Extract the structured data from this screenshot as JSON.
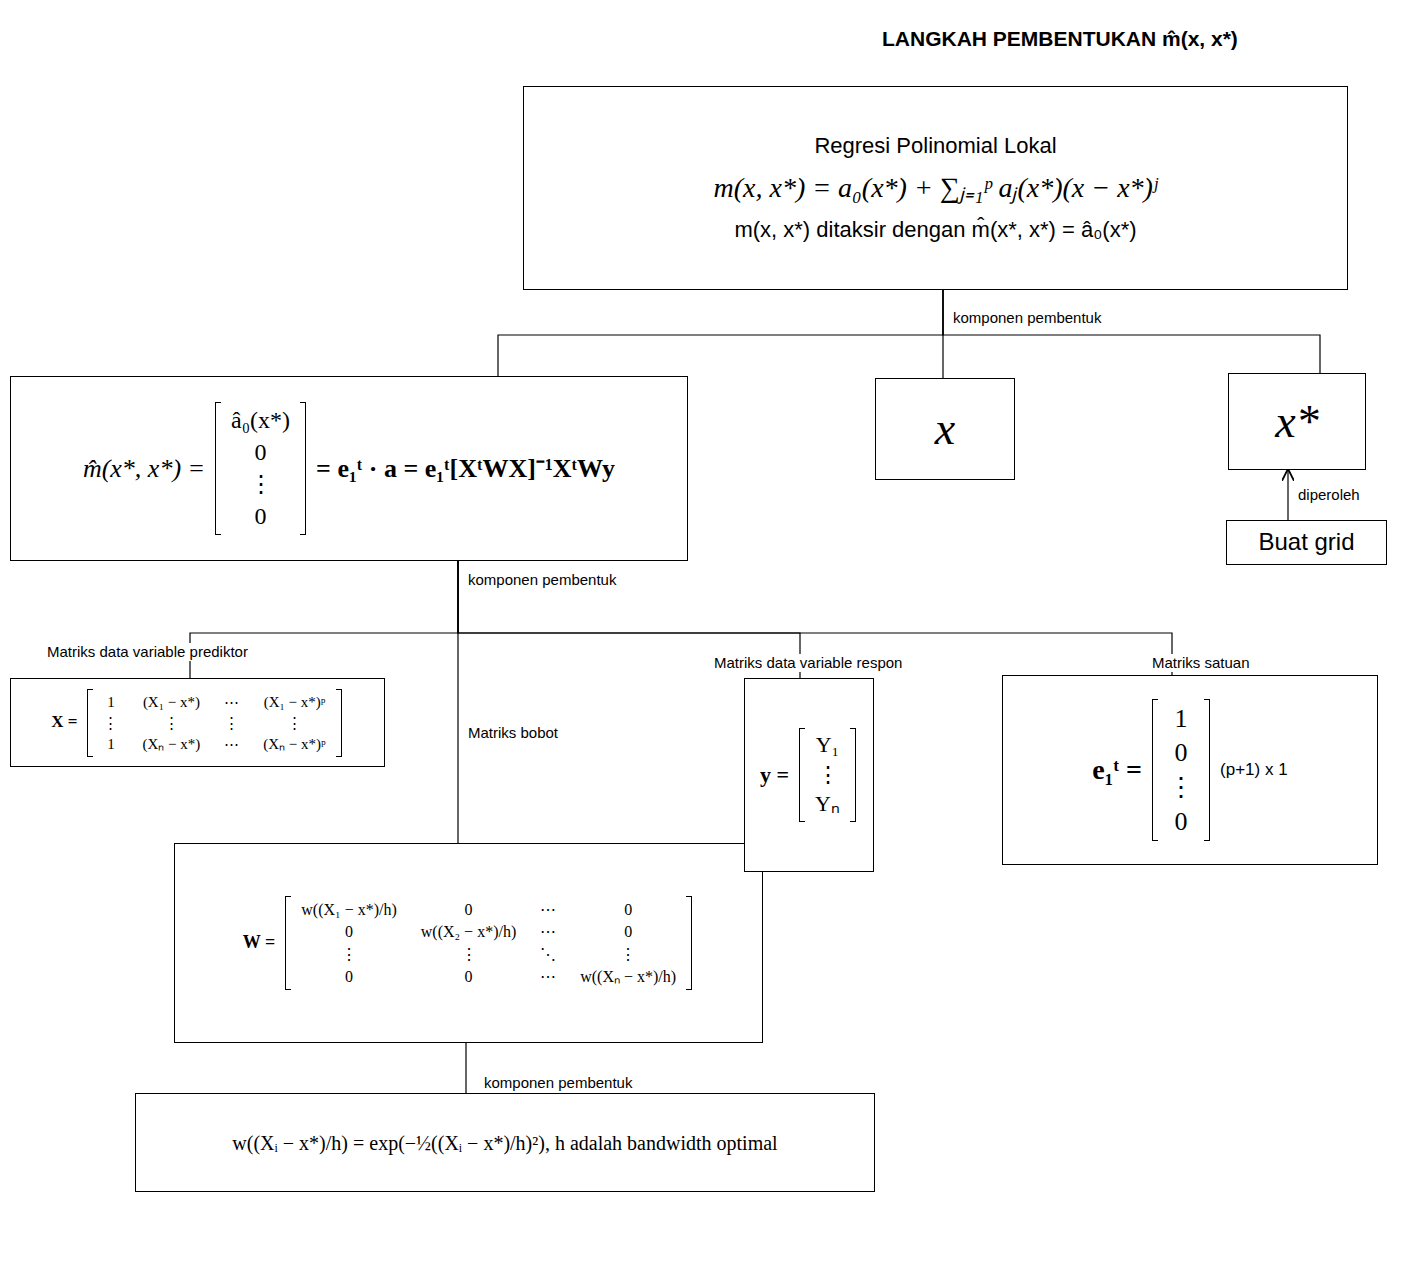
{
  "diagram": {
    "title": "LANGKAH PEMBENTUKAN m̂(x, x*)",
    "nodes": [
      {
        "text": [
          "Regresi Polinomial Lokal",
          "m(x, x*) = a₀(x*) + ∑ⱼ₌₁ᵖ aⱼ(x*)(x − x*)ʲ",
          "m(x, x*) ditaksir dengan m̂(x*, x*) = â₀(x*)"
        ]
      },
      {
        "text": [
          "m̂(x*, x*) =",
          "â₀(x*)",
          "0",
          "⋮",
          "0",
          "= e₁ᵗ · a = e₁ᵗ[XᵗWX]⁻¹XᵗWy"
        ]
      },
      {
        "text": [
          "x"
        ]
      },
      {
        "text": [
          "x*"
        ]
      },
      {
        "text": [
          "Buat grid"
        ]
      },
      {
        "text": [
          "X =",
          "1",
          "(X₁ − x*)",
          "⋯",
          "(X₁ − x*)ᵖ",
          "⋮",
          "⋮",
          "⋮",
          "⋮",
          "1",
          "(Xₙ − x*)",
          "⋯",
          "(Xₙ − x*)ᵖ"
        ]
      },
      {
        "text": [
          "W =",
          "w((X₁ − x*)/h)",
          "0",
          "⋯",
          "0",
          "0",
          "w((X₂ − x*)/h)",
          "⋯",
          "0",
          "⋮",
          "⋮",
          "⋱",
          "⋮",
          "0",
          "0",
          "⋯",
          "w((Xₙ − x*)/h)"
        ]
      },
      {
        "text": [
          "y =",
          "Y₁",
          "⋮",
          "Yₙ"
        ]
      },
      {
        "text": [
          "e₁ᵗ =",
          "1",
          "0",
          "⋮",
          "0",
          "(p+1) x 1"
        ]
      },
      {
        "text": [
          "w((Xᵢ − x*)/h) = exp(−½((Xᵢ − x*)/h)²), h adalah bandwidth optimal"
        ]
      }
    ],
    "edges": [
      {
        "from": 0,
        "to": 1,
        "arrow": "none"
      },
      {
        "from": 0,
        "to": 2,
        "arrow": "none"
      },
      {
        "from": 0,
        "to": 3,
        "arrow": "none"
      },
      {
        "from": 4,
        "to": 3,
        "label": "diperoleh",
        "arrow": "to"
      },
      {
        "from": 1,
        "to": 5,
        "label": "Matriks data variable prediktor",
        "arrow": "none"
      },
      {
        "from": 1,
        "to": 6,
        "label": "Matriks bobot",
        "arrow": "none"
      },
      {
        "from": 1,
        "to": 7,
        "label": "Matriks data variable respon",
        "arrow": "none"
      },
      {
        "from": 1,
        "to": 8,
        "label": "Matriks satuan",
        "arrow": "none"
      },
      {
        "from": 6,
        "to": 9,
        "arrow": "none"
      }
    ],
    "labels": [
      "komponen pembentuk",
      "komponen pembentuk",
      "komponen pembentuk"
    ]
  }
}
